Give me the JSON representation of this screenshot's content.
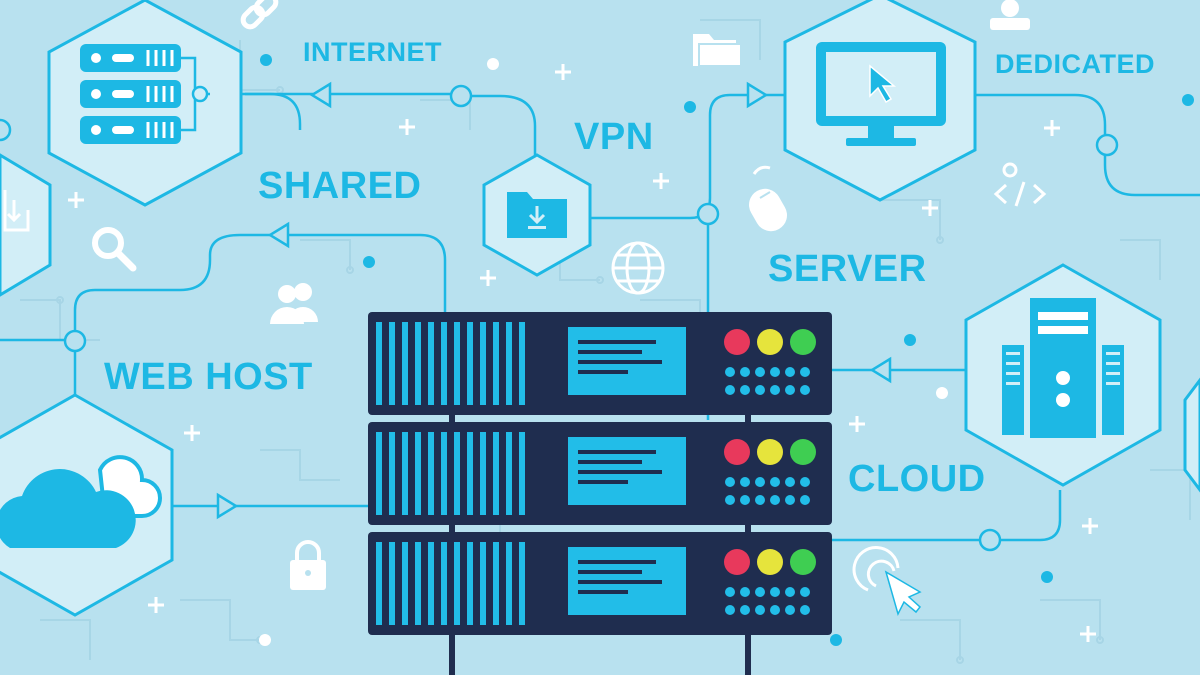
{
  "labels": {
    "internet": "INTERNET",
    "dedicated": "DEDICATED",
    "vpn": "VPN",
    "shared": "SHARED",
    "server": "SERVER",
    "web_host": "WEB HOST",
    "cloud": "CLOUD"
  },
  "colors": {
    "background": "#b8e1ef",
    "accent": "#1db8e4",
    "hexagon_fill": "#d2eef7",
    "server_rack": "#1f2d4f",
    "screen": "#22bde8",
    "led_red": "#e8395c",
    "led_yellow": "#e6e43c",
    "led_green": "#3fce52"
  },
  "server_rack": {
    "units": 3,
    "leds": [
      "red",
      "yellow",
      "green"
    ]
  },
  "icons": [
    "server-rack-icon",
    "monitor-cursor-icon",
    "folder-download-icon",
    "cloud-icon",
    "tower-server-icon",
    "magnifier-icon",
    "users-icon",
    "globe-icon",
    "mouse-icon",
    "code-icon",
    "folder-icon",
    "link-icon",
    "lock-icon",
    "touch-icon",
    "download-icon"
  ]
}
